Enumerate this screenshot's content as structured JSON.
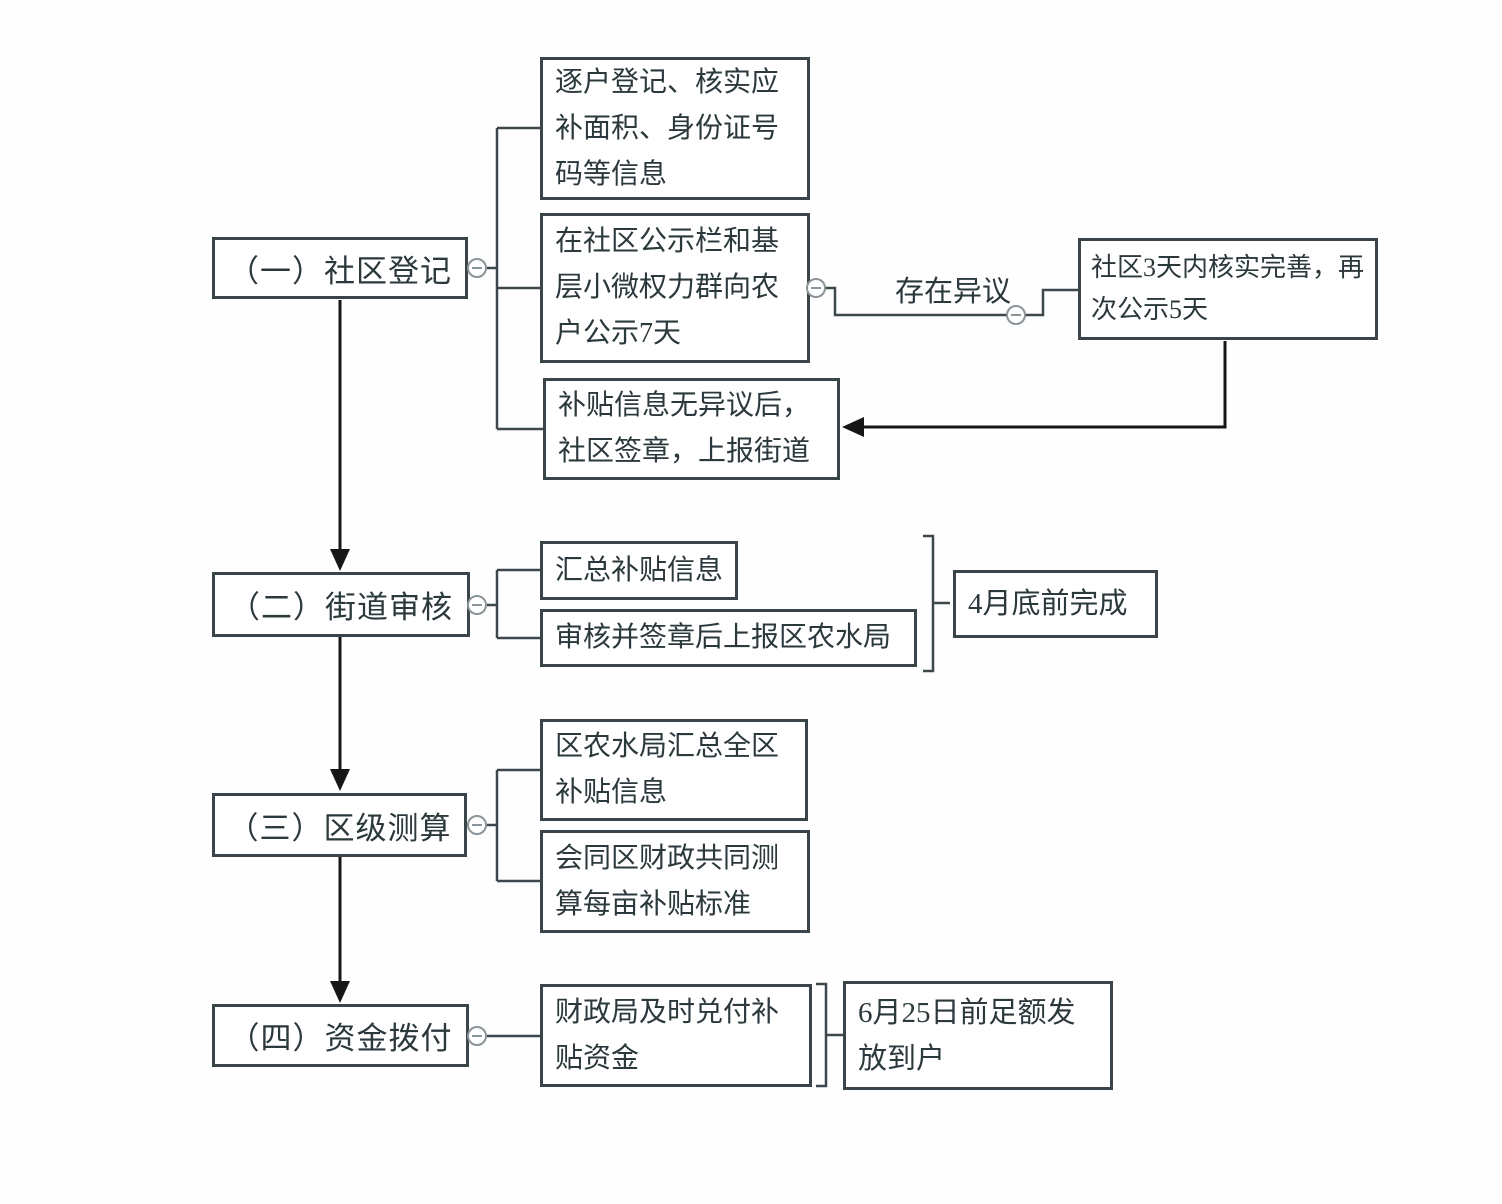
{
  "palette": {
    "box_border": "#3a4549",
    "text": "#2b383c",
    "connector": "#3c484c",
    "arrow": "#161616",
    "collapse_icon": "#8b9498",
    "background": "#ffffff"
  },
  "flow": {
    "stages": [
      {
        "label": "（一）社区登记",
        "tasks": [
          "逐户登记、核实应补面积、身份证号码等信息",
          "在社区公示栏和基层小微权力群向农户公示7天",
          "补贴信息无异议后，社区签章，上报街道"
        ]
      },
      {
        "label": "（二）街道审核",
        "tasks": [
          "汇总补贴信息",
          "审核并签章后上报区农水局"
        ],
        "deadline": "4月底前完成"
      },
      {
        "label": "（三）区级测算",
        "tasks": [
          "区农水局汇总全区补贴信息",
          "会同区财政共同测算每亩补贴标准"
        ]
      },
      {
        "label": "（四）资金拨付",
        "tasks": [
          "财政局及时兑付补贴资金"
        ],
        "deadline": "6月25日前足额发放到户"
      }
    ],
    "objection_branch": {
      "condition": "存在异议",
      "action": "社区3天内核实完善，再次公示5天"
    }
  }
}
